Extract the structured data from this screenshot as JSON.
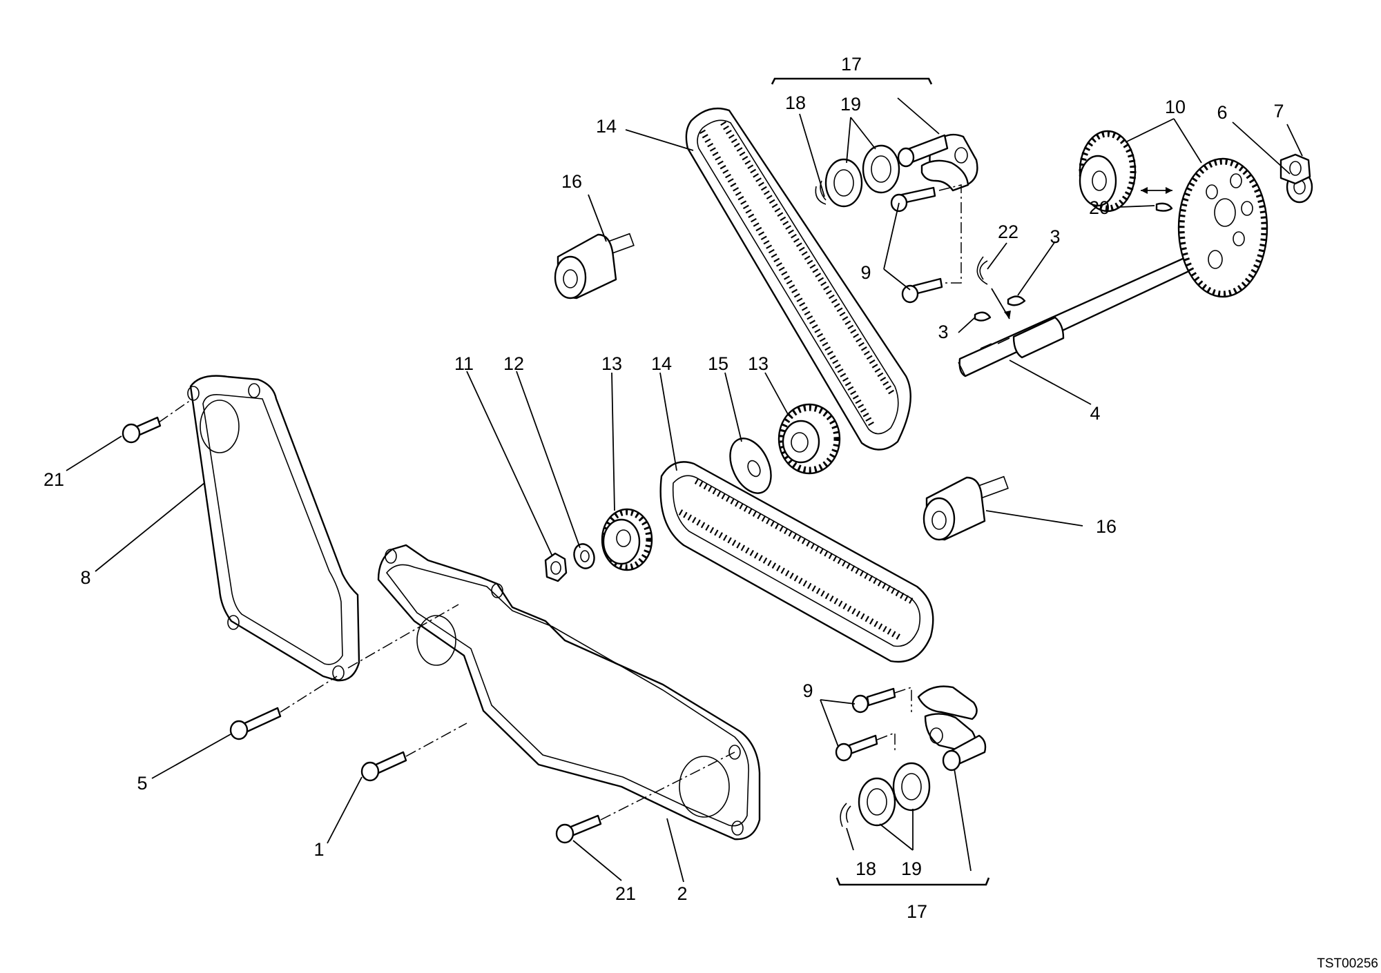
{
  "diagram": {
    "reference_code": "TST00256",
    "callouts": [
      {
        "id": "c17-top",
        "label": "17"
      },
      {
        "id": "c18-top",
        "label": "18"
      },
      {
        "id": "c19-top",
        "label": "19"
      },
      {
        "id": "c14-top",
        "label": "14"
      },
      {
        "id": "c16-top",
        "label": "16"
      },
      {
        "id": "c10",
        "label": "10"
      },
      {
        "id": "c6",
        "label": "6"
      },
      {
        "id": "c7",
        "label": "7"
      },
      {
        "id": "c20",
        "label": "20"
      },
      {
        "id": "c22",
        "label": "22"
      },
      {
        "id": "c3-upper",
        "label": "3"
      },
      {
        "id": "c3-lower",
        "label": "3"
      },
      {
        "id": "c9-top",
        "label": "9"
      },
      {
        "id": "c4",
        "label": "4"
      },
      {
        "id": "c11",
        "label": "11"
      },
      {
        "id": "c12",
        "label": "12"
      },
      {
        "id": "c13-left",
        "label": "13"
      },
      {
        "id": "c14-mid",
        "label": "14"
      },
      {
        "id": "c15",
        "label": "15"
      },
      {
        "id": "c13-right",
        "label": "13"
      },
      {
        "id": "c16-right",
        "label": "16"
      },
      {
        "id": "c21-top",
        "label": "21"
      },
      {
        "id": "c8",
        "label": "8"
      },
      {
        "id": "c5",
        "label": "5"
      },
      {
        "id": "c1",
        "label": "1"
      },
      {
        "id": "c21-bottom",
        "label": "21"
      },
      {
        "id": "c2",
        "label": "2"
      },
      {
        "id": "c9-bottom",
        "label": "9"
      },
      {
        "id": "c18-bottom",
        "label": "18"
      },
      {
        "id": "c19-bottom",
        "label": "19"
      },
      {
        "id": "c17-bottom",
        "label": "17"
      }
    ]
  }
}
